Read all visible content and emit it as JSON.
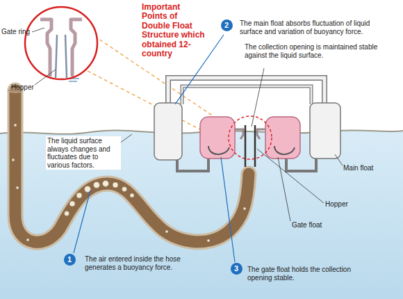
{
  "diagram": {
    "nodes": [
      {
        "text": [
          "2"
        ]
      },
      {
        "text": [
          "1"
        ]
      },
      {
        "text": [
          "3"
        ]
      }
    ],
    "labels": [
      "Gate ring",
      "Hopper",
      "Important Points of Double Float Structure which obtained 12-country",
      "The main float absorbs fluctuation of liquid surface and variation of buoyancy force.",
      "The collection opening is maintained stable against the liquid surface.",
      "The liquid surface always changes and fluctuates due to various factors.",
      "Main float",
      "Hopper",
      "Gate float",
      "The air entered inside the hose generates a buoyancy force.",
      "The gate float holds the collection opening stable."
    ]
  }
}
